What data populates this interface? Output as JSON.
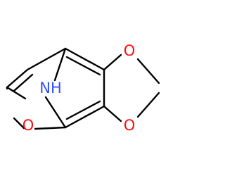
{
  "diagram": {
    "type": "chemical-structure",
    "atoms": {
      "o_top_right": {
        "symbol": "O",
        "color": "#ff0d0d"
      },
      "o_bottom_right": {
        "symbol": "O",
        "color": "#ff0d0d"
      },
      "o_bottom_left": {
        "symbol": "O",
        "color": "#ff0d0d"
      },
      "nh": {
        "symbol": "NH",
        "color": "#3050f8"
      }
    },
    "bond_color": "#000000"
  }
}
